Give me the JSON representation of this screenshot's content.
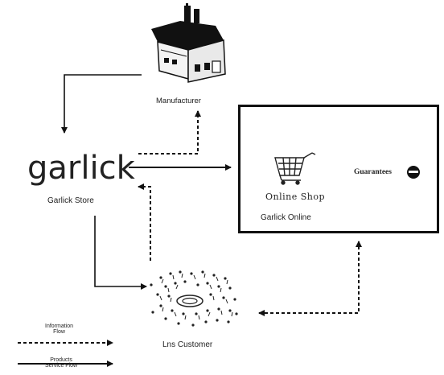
{
  "nodes": {
    "manufacturer": {
      "label": "Manufacturer"
    },
    "store": {
      "logo": "garlick",
      "label": "Garlick Store"
    },
    "online": {
      "label": "Garlick Online",
      "shop_label": "Online Shop",
      "guarantee_label": "Guarantees"
    },
    "customer": {
      "label": "Lns Customer"
    }
  },
  "legend": {
    "information": {
      "line1": "Information",
      "line2": "Flow"
    },
    "product": {
      "line1": "Products",
      "line2": "Service Flow"
    }
  },
  "edges": [
    {
      "from": "manufacturer",
      "to": "store",
      "style": "solid"
    },
    {
      "from": "store",
      "to": "manufacturer",
      "style": "dashed"
    },
    {
      "from": "store",
      "to": "online",
      "style": "solid"
    },
    {
      "from": "store",
      "to": "customer",
      "style": "solid"
    },
    {
      "from": "customer",
      "to": "store",
      "style": "dashed"
    },
    {
      "from": "online",
      "to": "customer",
      "style": "dashed",
      "bidirectional": true
    }
  ],
  "colors": {
    "ink": "#111111",
    "background": "#ffffff"
  },
  "icons": {
    "manufacturer": "factory-icon",
    "shop": "shopping-cart-icon",
    "customer": "crowd-icon",
    "guarantee": "seal-icon"
  }
}
